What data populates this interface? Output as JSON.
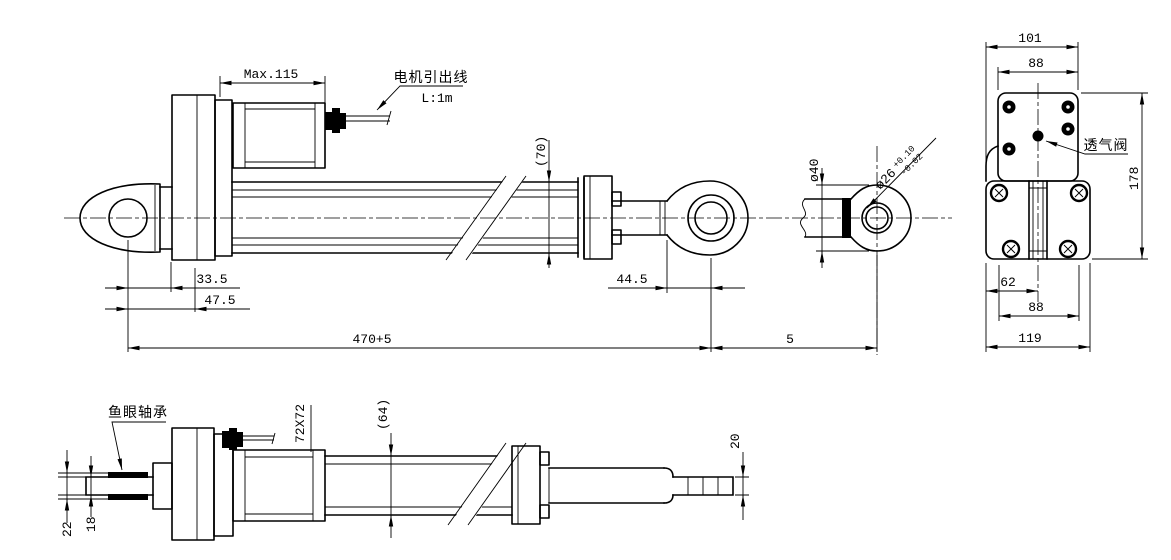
{
  "colors": {
    "ink": "#000000",
    "paper": "#ffffff"
  },
  "side": {
    "dims": {
      "motor_max_length": "Max.115",
      "tube_od": "(70)",
      "eye_to_face": "33.5",
      "eye_to_inner": "47.5",
      "overall_length": "470+5",
      "rod_end_length": "44.5",
      "eye_center_gap": "5"
    },
    "labels": {
      "motor_lead": "电机引出线",
      "lead_length": "L:1m"
    }
  },
  "rod_eye": {
    "dims": {
      "outer_dia": "ø40",
      "bore": "ø26",
      "bore_tol_up": "+0.10",
      "bore_tol_low": "-0.02"
    }
  },
  "end": {
    "dims": {
      "overall_width": "101",
      "bolt_span_top": "88",
      "overall_height": "178",
      "center_offset": "62",
      "bolt_span_bottom": "88",
      "base_width": "119"
    },
    "labels": {
      "vent_valve": "透气阀"
    }
  },
  "plan": {
    "dims": {
      "flange_square": "72X72",
      "tube_width": "(64)",
      "thread_dia": "20",
      "bearing_od": "22",
      "bearing_width": "18"
    },
    "labels": {
      "fisheye_bearing": "鱼眼轴承"
    }
  }
}
